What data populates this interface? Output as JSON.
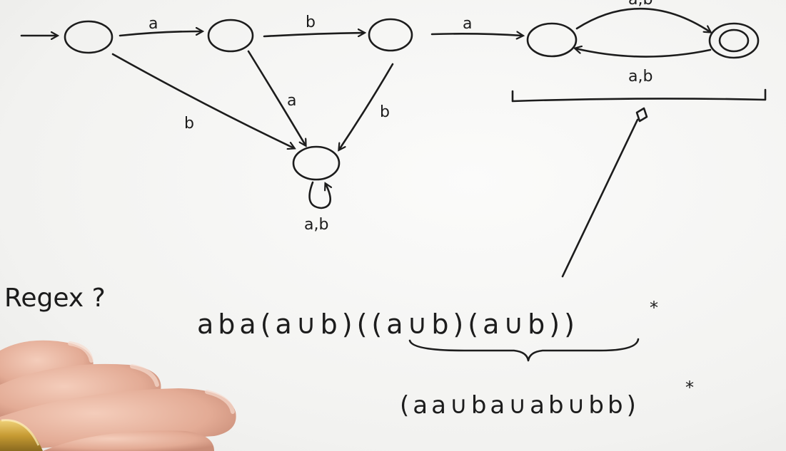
{
  "automaton": {
    "edges": {
      "q0_q1": "a",
      "q1_q2": "b",
      "q2_q3": "a",
      "q3_q4": "a,b",
      "q4_q3": "a,b",
      "q0_trap": "b",
      "q1_trap": "a",
      "q2_trap": "b",
      "trap_loop": "a,b"
    }
  },
  "notes": {
    "question": "Regex ?",
    "regex_main": "aba(a∪b)((a∪b)(a∪b))",
    "regex_star": "*",
    "regex_alt": "(aa∪ba∪ab∪bb)",
    "regex_alt_star": "*"
  },
  "colors": {
    "ink": "#1c1c1c",
    "board": "#f5f5f3",
    "skin": "#e9b8a4",
    "ring": "#c9a23e"
  }
}
